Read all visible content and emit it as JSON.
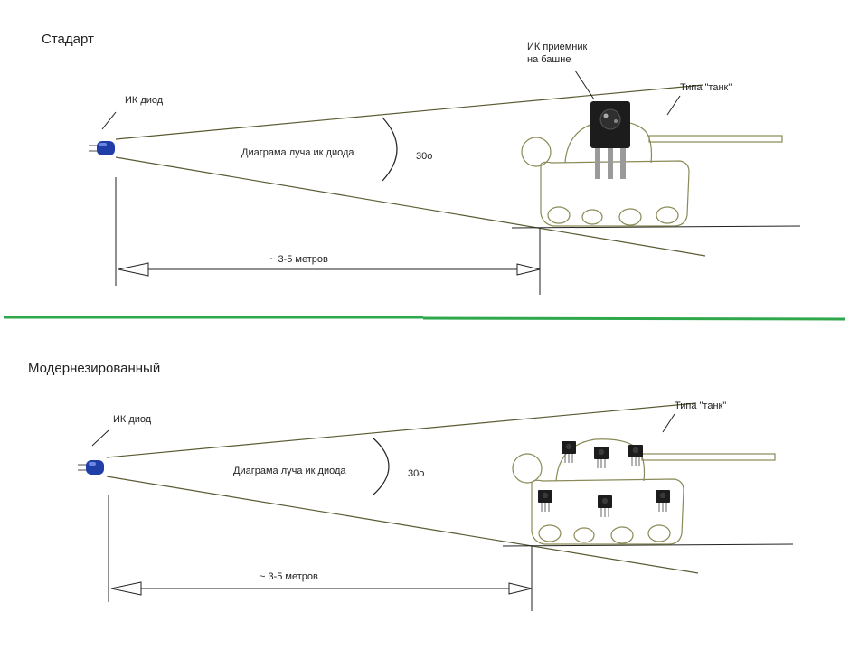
{
  "panels": [
    {
      "title": "Стадарт",
      "diode_label": "ИК диод",
      "beam_label": "Диаграма луча ик диода",
      "angle_label": "30о",
      "distance_label": "~ 3-5 метров",
      "receiver_label_line1": "ИК приемник",
      "receiver_label_line2": "на башне",
      "tank_label": "Типа \"танк\""
    },
    {
      "title": "Модернезированный",
      "diode_label": "ИК диод",
      "beam_label": "Диаграма луча ик диода",
      "angle_label": "30о",
      "distance_label": "~ 3-5 метров",
      "tank_label": "Типа \"танк\""
    }
  ],
  "colors": {
    "beam_line": "#5a5a32",
    "tank_outline": "#8a8a58",
    "divider": "#2ea84a",
    "diode": "#1f3ea8",
    "receiver_body": "#1c1c1c"
  }
}
